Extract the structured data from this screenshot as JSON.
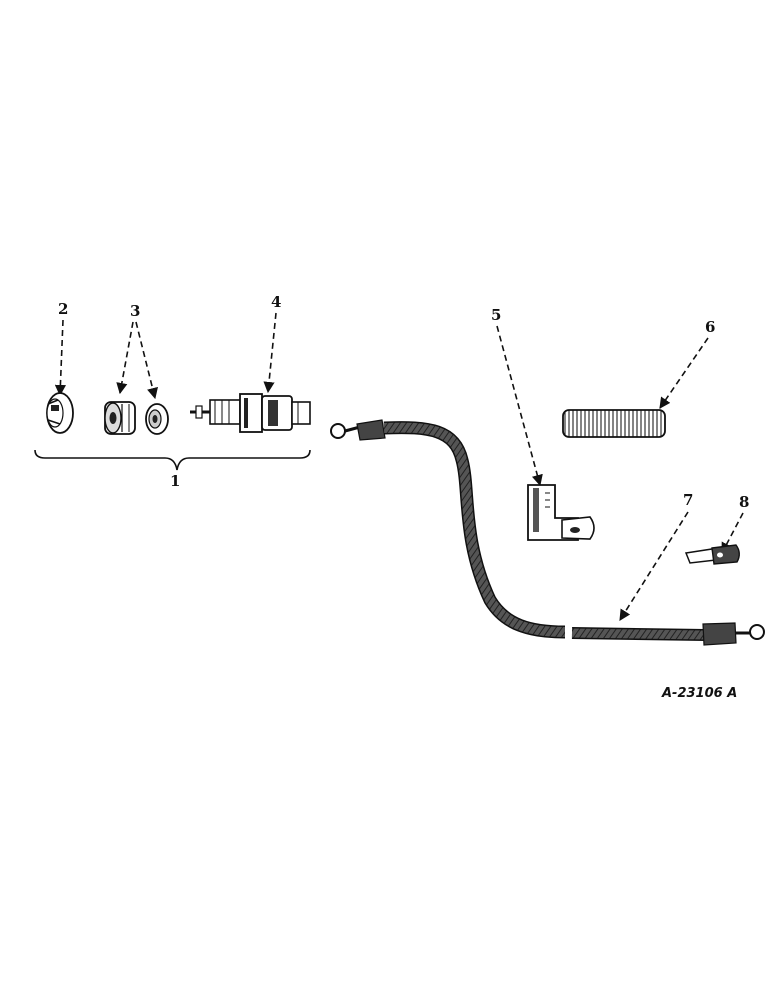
{
  "callouts": {
    "c1": "1",
    "c2": "2",
    "c3": "3",
    "c4": "4",
    "c5": "5",
    "c6": "6",
    "c7": "7",
    "c8": "8"
  },
  "reference_number": "A-23106 A",
  "colors": {
    "ink": "#111111",
    "paper": "#ffffff"
  }
}
